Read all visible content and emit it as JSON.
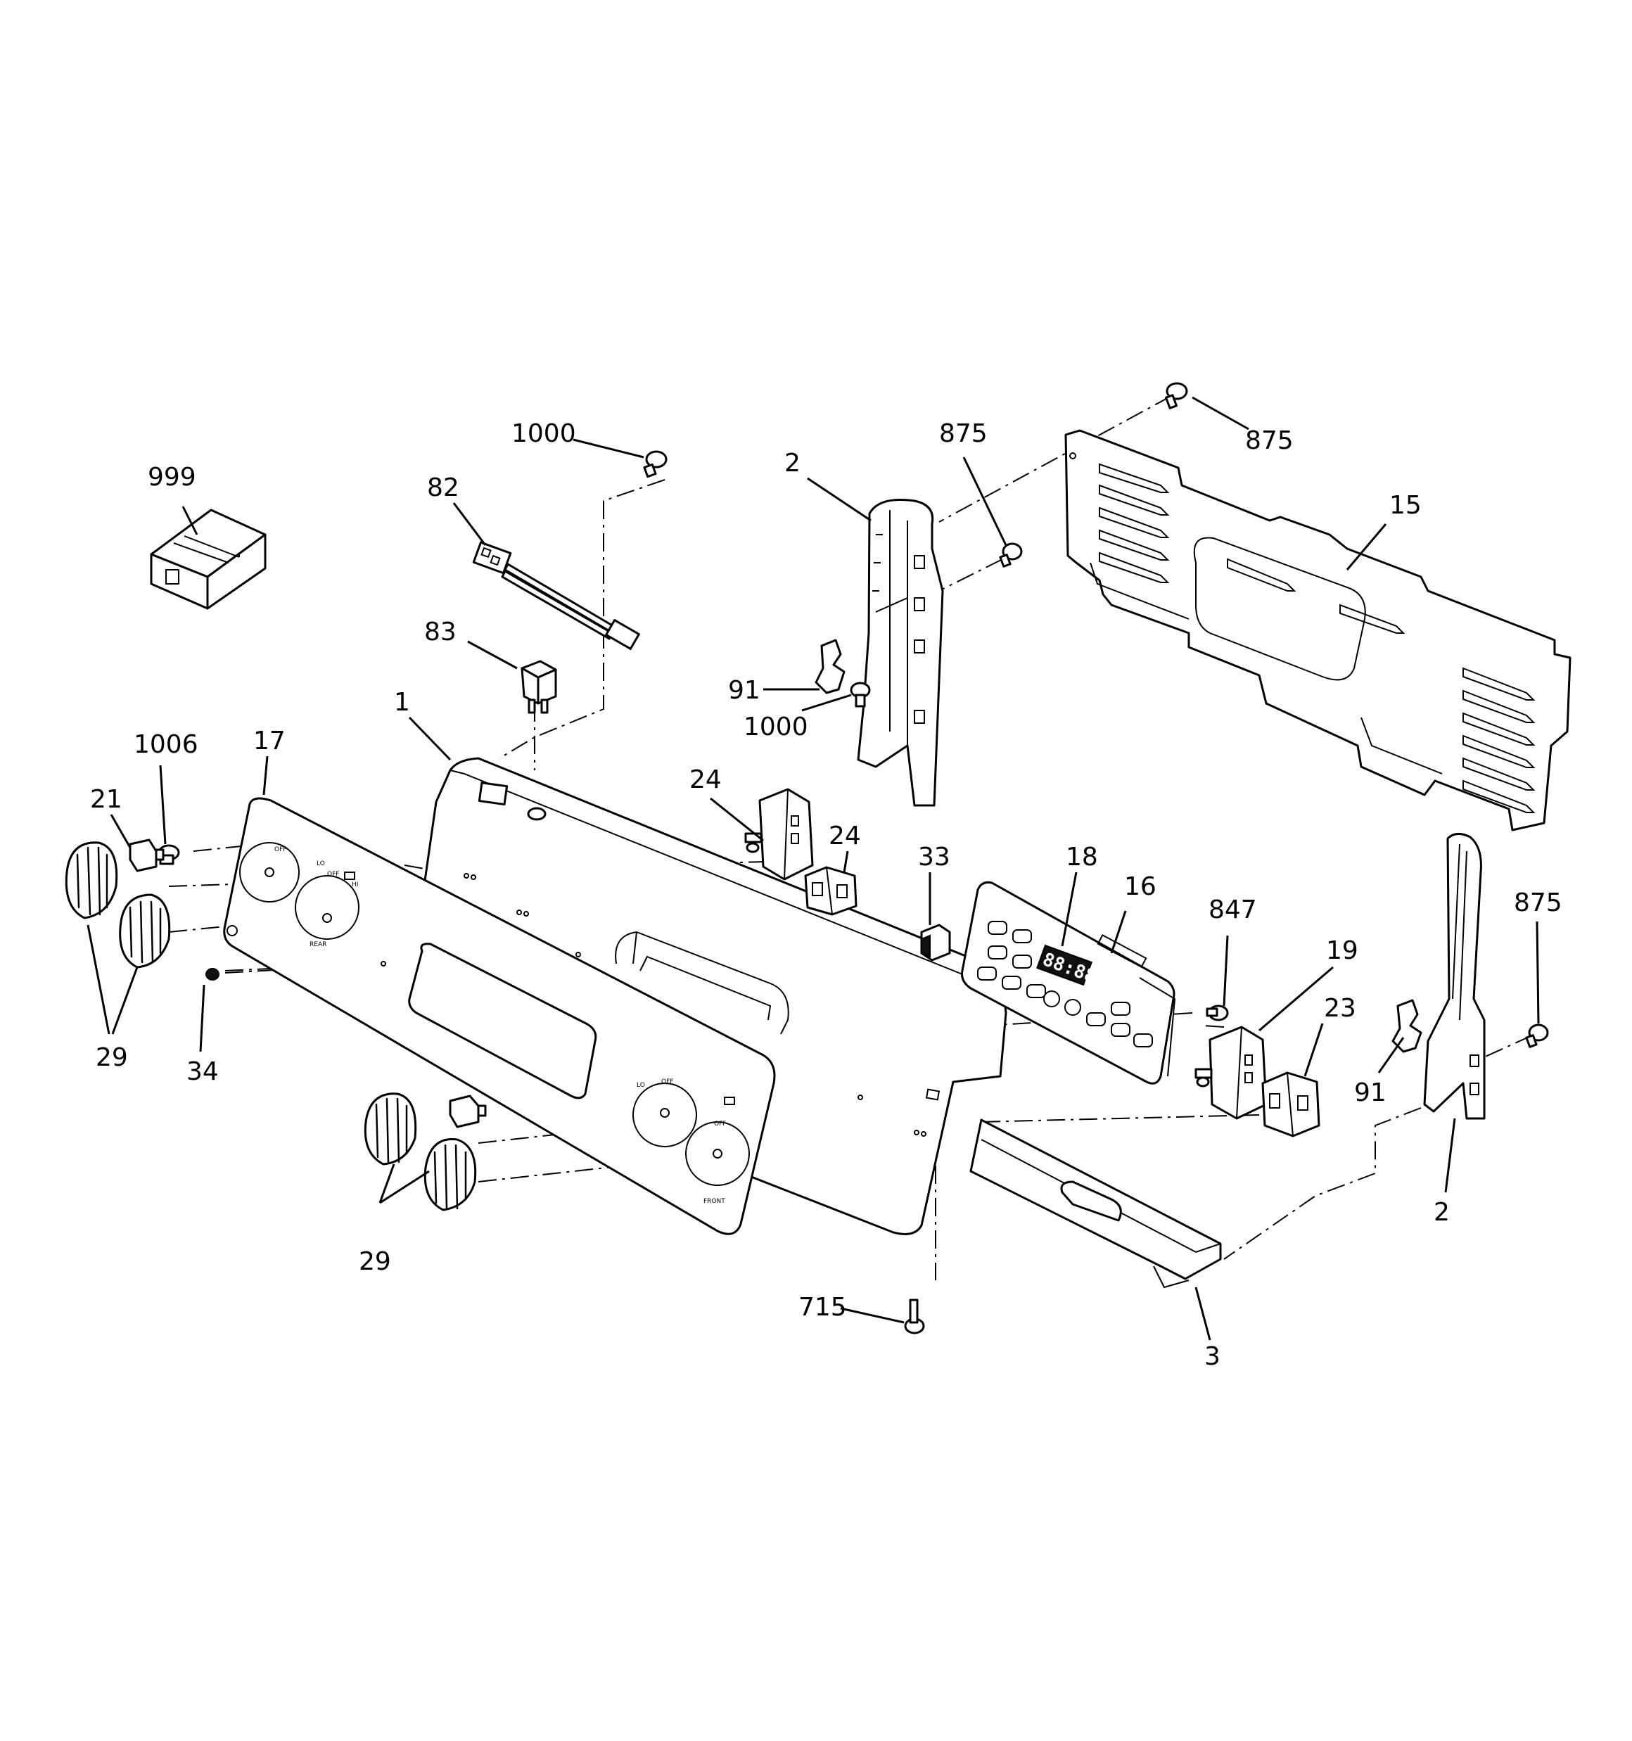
{
  "diagram": {
    "callouts": [
      {
        "id": "c999",
        "text": "999"
      },
      {
        "id": "c1000a",
        "text": "1000"
      },
      {
        "id": "c82",
        "text": "82"
      },
      {
        "id": "c83",
        "text": "83"
      },
      {
        "id": "c1",
        "text": "1"
      },
      {
        "id": "c1006",
        "text": "1006"
      },
      {
        "id": "c17",
        "text": "17"
      },
      {
        "id": "c21",
        "text": "21"
      },
      {
        "id": "c29a",
        "text": "29"
      },
      {
        "id": "c34",
        "text": "34"
      },
      {
        "id": "c2a",
        "text": "2"
      },
      {
        "id": "c875a",
        "text": "875"
      },
      {
        "id": "c875b",
        "text": "875"
      },
      {
        "id": "c15",
        "text": "15"
      },
      {
        "id": "c91a",
        "text": "91"
      },
      {
        "id": "c1000b",
        "text": "1000"
      },
      {
        "id": "c24a",
        "text": "24"
      },
      {
        "id": "c24b",
        "text": "24"
      },
      {
        "id": "c33",
        "text": "33"
      },
      {
        "id": "c18",
        "text": "18"
      },
      {
        "id": "c16",
        "text": "16"
      },
      {
        "id": "c847",
        "text": "847"
      },
      {
        "id": "c19",
        "text": "19"
      },
      {
        "id": "c23",
        "text": "23"
      },
      {
        "id": "c875c",
        "text": "875"
      },
      {
        "id": "c91b",
        "text": "91"
      },
      {
        "id": "c2b",
        "text": "2"
      },
      {
        "id": "c29b",
        "text": "29"
      },
      {
        "id": "c715",
        "text": "715"
      },
      {
        "id": "c3",
        "text": "3"
      }
    ],
    "display_readout": "88:88"
  }
}
